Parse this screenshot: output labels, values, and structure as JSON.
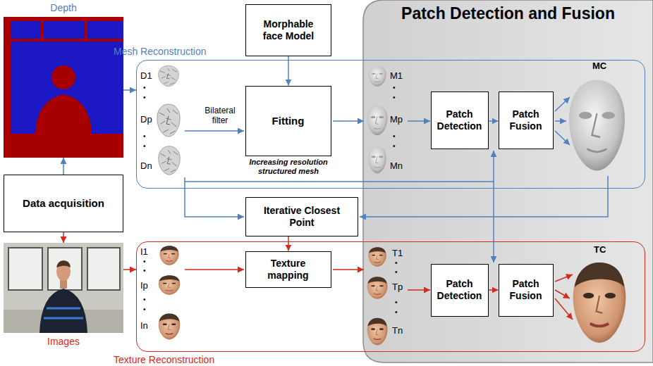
{
  "diagram": {
    "nodes": [
      {
        "text": [
          "Depth"
        ]
      },
      {
        "text": [
          "Data acquisition"
        ]
      },
      {
        "text": [
          "Images"
        ]
      },
      {
        "text": [
          "Patch Detection and Fusion"
        ]
      },
      {
        "text": [
          "Mesh Reconstruction"
        ]
      },
      {
        "text": [
          "Morphable face Model"
        ]
      },
      {
        "text": [
          "Fitting"
        ],
        "in": 4
      },
      {
        "text": [
          "Patch Detection"
        ],
        "in": 4
      },
      {
        "text": [
          "Patch Fusion"
        ],
        "in": 4
      },
      {
        "text": [
          "Iterative Closest Point"
        ]
      },
      {
        "text": [
          "Texture Reconstruction"
        ]
      },
      {
        "text": [
          "Texture mapping"
        ],
        "in": 10
      },
      {
        "text": [
          "Patch Detection"
        ],
        "in": 10
      },
      {
        "text": [
          "Patch Fusion"
        ],
        "in": 10
      }
    ],
    "edges": [
      {
        "from": 1,
        "to": 0,
        "arrow": "to"
      },
      {
        "from": 1,
        "to": 2,
        "arrow": "to"
      },
      {
        "from": 0,
        "to": 4,
        "arrow": "to"
      },
      {
        "from": 2,
        "to": 10,
        "arrow": "to"
      },
      {
        "from": 5,
        "to": 6,
        "arrow": "to"
      },
      {
        "from": 7,
        "to": 8,
        "arrow": "to"
      },
      {
        "from": 9,
        "to": 11,
        "arrow": "to"
      },
      {
        "from": 12,
        "to": 13,
        "arrow": "to"
      }
    ],
    "labels": [
      "D1",
      "•",
      "•",
      "Dp",
      "•",
      "•",
      "Dn",
      "Bilateral filter",
      "Increasing resolution structured mesh",
      "M1",
      "•",
      "•",
      "Mp",
      "•",
      "•",
      "Mn",
      "MC",
      "I1",
      "•",
      "•",
      "Ip",
      "•",
      "•",
      "In",
      "T1",
      "•",
      "•",
      "Tp",
      "•",
      "•",
      "Tn",
      "TC"
    ]
  }
}
